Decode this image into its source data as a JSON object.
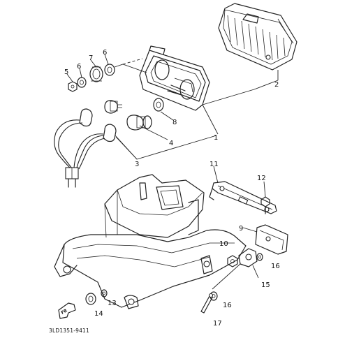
{
  "diagram": {
    "doc_number": "3LD1351-9411",
    "front_arrow_text": "FR",
    "callouts": {
      "c1": "1",
      "c2": "2",
      "c3": "3",
      "c4": "4",
      "c5": "5",
      "c6": "6",
      "c7": "7",
      "c8": "8",
      "c9": "9",
      "c10": "10",
      "c11": "11",
      "c12": "12",
      "c13": "13",
      "c14": "14",
      "c15": "15",
      "c16a": "16",
      "c16b": "16",
      "c17": "17"
    }
  }
}
